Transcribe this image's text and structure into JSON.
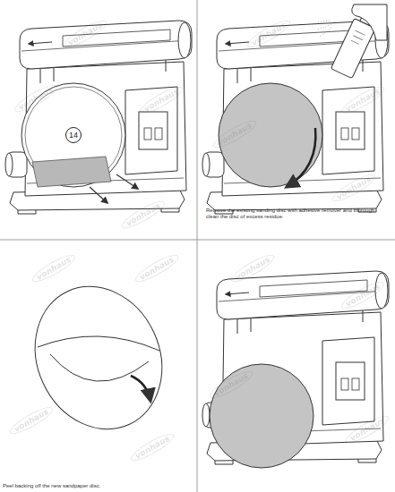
{
  "diagram": {
    "nodes": [
      {
        "text": [
          "14"
        ]
      }
    ],
    "labels": [
      "vonhaus",
      "vonhaus",
      "vonhaus",
      "vonhaus",
      "vonhaus",
      "vonhaus",
      "vonhaus",
      "vonhaus",
      "Remove the existing sanding disc with adhesive remover and thorough clean the disc of excess residue.",
      "vonhaus",
      "vonhaus",
      "vonhaus",
      "vonhaus",
      "Peel backing off the new sandpaper disc.",
      "vonhaus",
      "vonhaus",
      "vonhaus",
      "vonhaus"
    ]
  }
}
